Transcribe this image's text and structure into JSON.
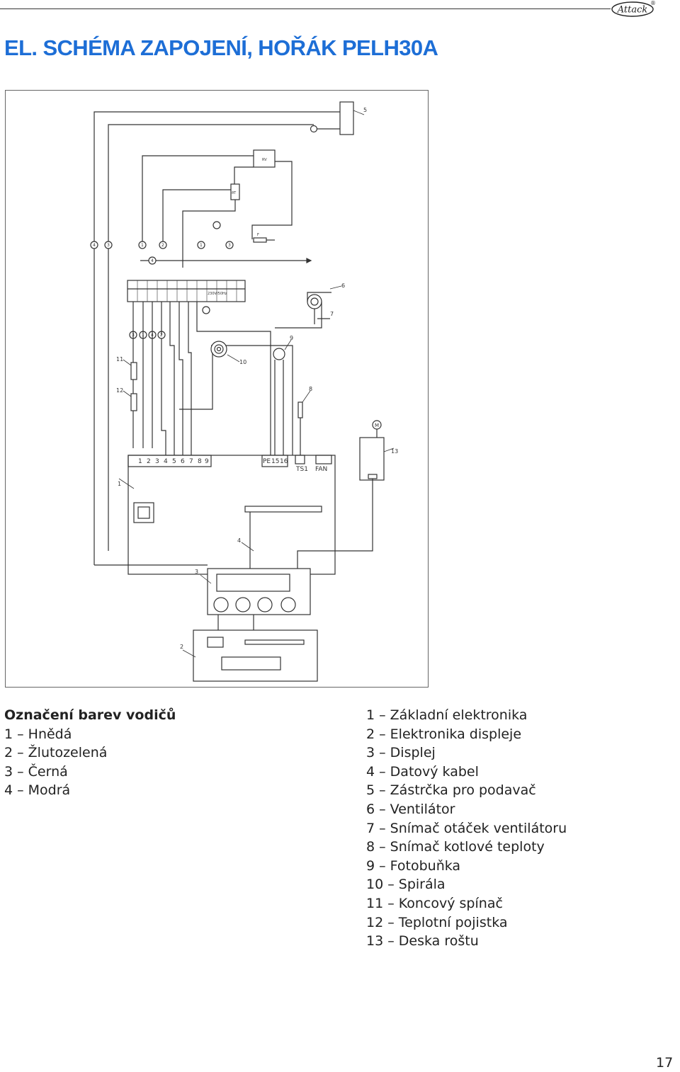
{
  "brand": {
    "logo_text": "Attack",
    "logo_mark": "®"
  },
  "title": "EL. SCHÉMA ZAPOJENÍ, HOŘÁK PELH30A",
  "diagram": {
    "terminal_labels": [
      "1",
      "2",
      "3",
      "4",
      "5",
      "6",
      "7",
      "8",
      "9",
      "PE",
      "15",
      "16",
      "TS1",
      "FAN"
    ],
    "callouts": [
      "1",
      "2",
      "3",
      "4",
      "5",
      "6",
      "7",
      "8",
      "9",
      "10",
      "11",
      "12",
      "13"
    ],
    "wire_markers": [
      "4",
      "3",
      "1",
      "2",
      "1",
      "3",
      "4",
      "3",
      "1",
      "4",
      "2"
    ],
    "misc_labels": {
      "motor": "M",
      "power": "230V/50Hz",
      "relay": "RV",
      "thermostat": "ϑT",
      "fuse": "F"
    }
  },
  "legend_colors": {
    "heading": "Označení barev vodičů",
    "items": [
      "1 – Hnědá",
      "2 – Žlutozelená",
      "3 – Černá",
      "4 – Modrá"
    ]
  },
  "legend_parts": {
    "items": [
      "1 – Základní elektronika",
      "2 – Elektronika displeje",
      "3 – Displej",
      "4 – Datový kabel",
      "5 – Zástrčka pro podavač",
      "6 – Ventilátor",
      "7 – Snímač otáček ventilátoru",
      "8 – Snímač kotlové teploty",
      "9 – Fotobuňka",
      "10 – Spirála",
      "11 – Koncový spínač",
      "12 – Teplotní pojistka",
      "13 – Deska roštu"
    ]
  },
  "page_number": "17",
  "colors": {
    "title": "#1d6ed6",
    "text": "#222222",
    "lines": "#333333"
  }
}
